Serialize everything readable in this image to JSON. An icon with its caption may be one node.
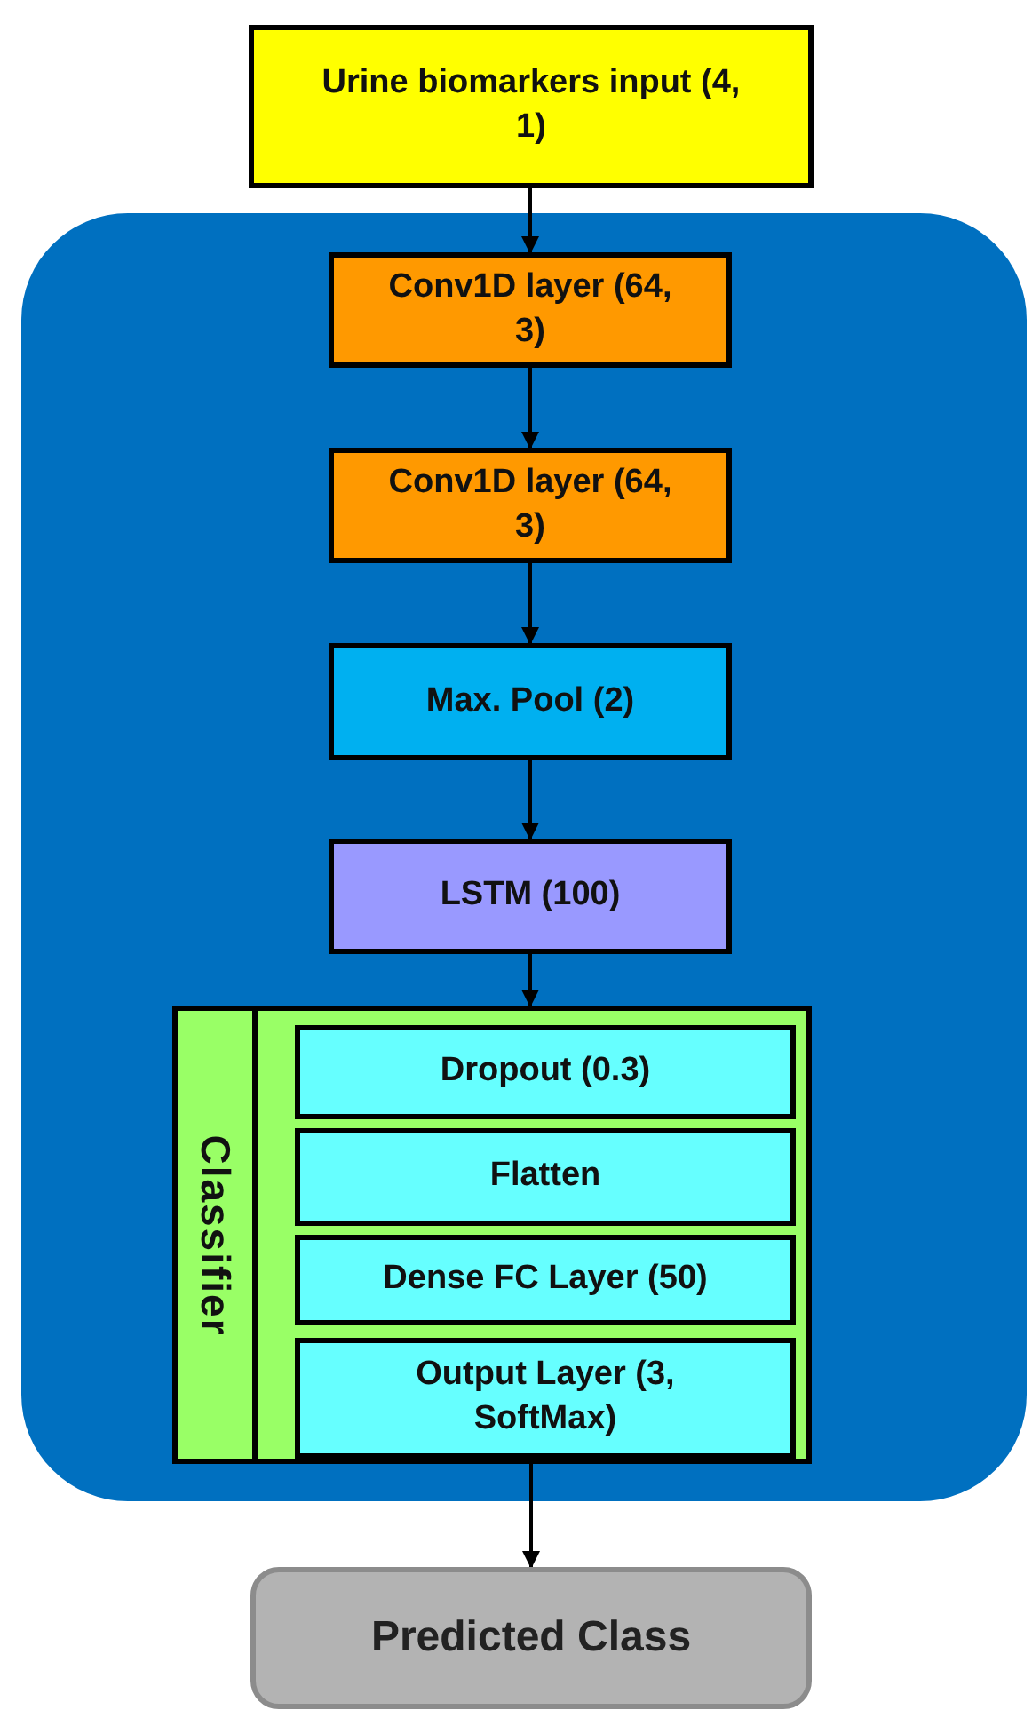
{
  "diagram": {
    "nodes": [
      {
        "text": [
          "Urine biomarkers input (4, 1)"
        ]
      },
      {
        "text": [],
        "shape": "box"
      },
      {
        "text": [
          "Conv1D layer (64, 3)"
        ],
        "in": 1
      },
      {
        "text": [
          "Conv1D layer (64, 3)"
        ],
        "in": 1
      },
      {
        "text": [
          "Max. Pool (2)"
        ],
        "in": 1
      },
      {
        "text": [
          "LSTM (100)"
        ],
        "in": 1
      },
      {
        "text": [
          "Classifier"
        ],
        "in": 1
      },
      {
        "text": [
          "Dropout (0.3)"
        ],
        "in": 6
      },
      {
        "text": [
          "Flatten"
        ],
        "in": 6
      },
      {
        "text": [
          "Dense FC Layer (50)"
        ],
        "in": 6
      },
      {
        "text": [
          "Output Layer (3, SoftMax)"
        ],
        "in": 6
      },
      {
        "text": [
          "Predicted Class"
        ]
      }
    ],
    "edges": [
      {
        "from": 0,
        "to": 2,
        "arrow": "to"
      },
      {
        "from": 2,
        "to": 3,
        "arrow": "to"
      },
      {
        "from": 3,
        "to": 4,
        "arrow": "to"
      },
      {
        "from": 4,
        "to": 5,
        "arrow": "to"
      },
      {
        "from": 5,
        "to": 6,
        "arrow": "to"
      },
      {
        "from": 6,
        "to": 11,
        "arrow": "to"
      }
    ]
  }
}
